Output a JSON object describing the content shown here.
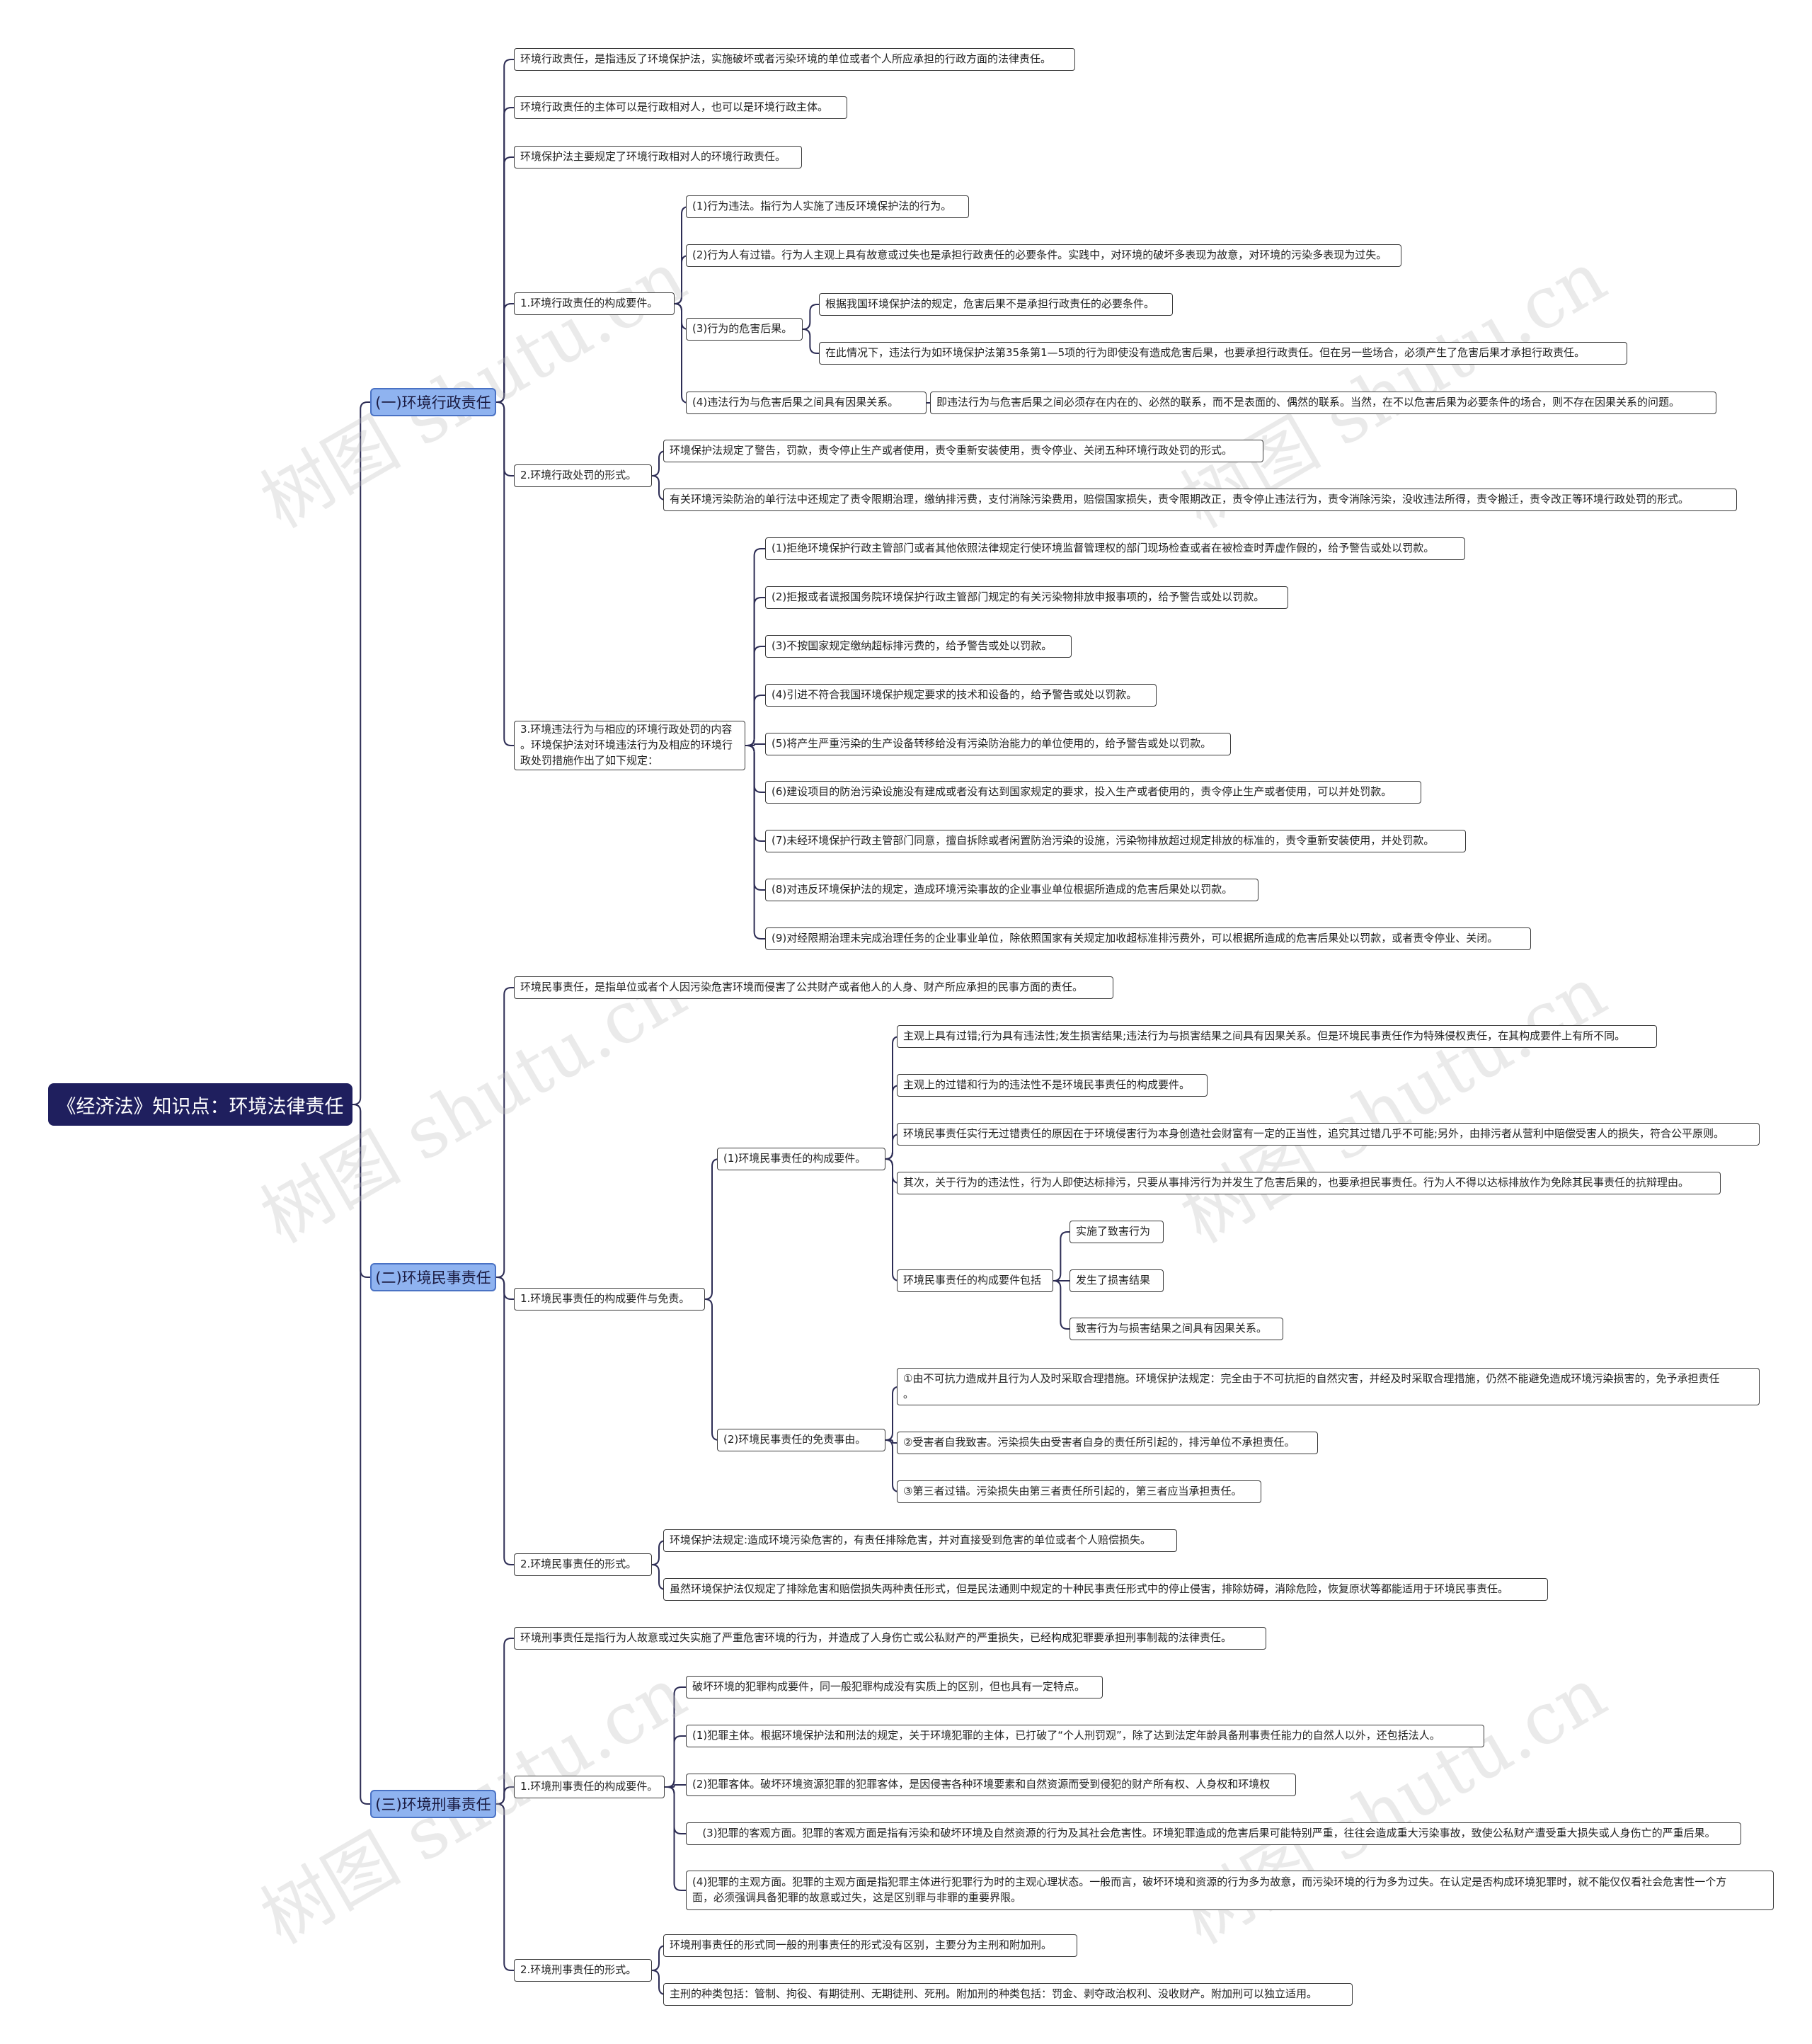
{
  "root": "《经济法》知识点：环境法律责任",
  "nodes": {
    "s1": "(一)环境行政责任",
    "s1_a": "环境行政责任，是指违反了环境保护法，实施破坏或者污染环境的单位或者个人所应承担的行政方面的法律责任。",
    "s1_b": "环境行政责任的主体可以是行政相对人，也可以是环境行政主体。",
    "s1_c": "环境保护法主要规定了环境行政相对人的环境行政责任。",
    "s1_d": "1.环境行政责任的构成要件。",
    "s1_d1": "(1)行为违法。指行为人实施了违反环境保护法的行为。",
    "s1_d2": "(2)行为人有过错。行为人主观上具有故意或过失也是承担行政责任的必要条件。实践中，对环境的破坏多表现为故意，对环境的污染多表现为过失。",
    "s1_d3": "(3)行为的危害后果。",
    "s1_d3a": "根据我国环境保护法的规定，危害后果不是承担行政责任的必要条件。",
    "s1_d3b": "在此情况下，违法行为如环境保护法第35条第1—5项的行为即使没有造成危害后果，也要承担行政责任。但在另一些场合，必须产生了危害后果才承担行政责任。",
    "s1_d4": "(4)违法行为与危害后果之间具有因果关系。",
    "s1_d4a": "即违法行为与危害后果之间必须存在内在的、必然的联系，而不是表面的、偶然的联系。当然，在不以危害后果为必要条件的场合，则不存在因果关系的问题。",
    "s1_e": "2.环境行政处罚的形式。",
    "s1_e1": "环境保护法规定了警告，罚款，责令停止生产或者使用，责令重新安装使用，责令停业、关闭五种环境行政处罚的形式。",
    "s1_e2": "有关环境污染防治的单行法中还规定了责令限期治理，缴纳排污费，支付消除污染费用，赔偿国家损失，责令限期改正，责令停止违法行为，责令消除污染，没收违法所得，责令搬迁，责令改正等环境行政处罚的形式。",
    "s1_f": "3.环境违法行为与相应的环境行政处罚的内容\n。环境保护法对环境违法行为及相应的环境行\n政处罚措施作出了如下规定：",
    "s1_f1": "(1)拒绝环境保护行政主管部门或者其他依照法律规定行使环境监督管理权的部门现场检查或者在被检查时弄虚作假的，给予警告或处以罚款。",
    "s1_f2": "(2)拒报或者谎报国务院环境保护行政主管部门规定的有关污染物排放申报事项的，给予警告或处以罚款。",
    "s1_f3": "(3)不按国家规定缴纳超标排污费的，给予警告或处以罚款。",
    "s1_f4": "(4)引进不符合我国环境保护规定要求的技术和设备的，给予警告或处以罚款。",
    "s1_f5": "(5)将产生严重污染的生产设备转移给没有污染防治能力的单位使用的，给予警告或处以罚款。",
    "s1_f6": "(6)建设项目的防治污染设施没有建成或者没有达到国家规定的要求，投入生产或者使用的，责令停止生产或者使用，可以并处罚款。",
    "s1_f7": "(7)未经环境保护行政主管部门同意，擅自拆除或者闲置防治污染的设施，污染物排放超过规定排放的标准的，责令重新安装使用，并处罚款。",
    "s1_f8": "(8)对违反环境保护法的规定，造成环境污染事故的企业事业单位根据所造成的危害后果处以罚款。",
    "s1_f9": "(9)对经限期治理未完成治理任务的企业事业单位，除依照国家有关规定加收超标准排污费外，可以根据所造成的危害后果处以罚款，或者责令停业、关闭。",
    "s2": "(二)环境民事责任",
    "s2_a": "环境民事责任，是指单位或者个人因污染危害环境而侵害了公共财产或者他人的人身、财产所应承担的民事方面的责任。",
    "s2_b": "1.环境民事责任的构成要件与免责。",
    "s2_b1": "(1)环境民事责任的构成要件。",
    "s2_b1a": "主观上具有过错;行为具有违法性;发生损害结果;违法行为与损害结果之间具有因果关系。但是环境民事责任作为特殊侵权责任，在其构成要件上有所不同。",
    "s2_b1b": "主观上的过错和行为的违法性不是环境民事责任的构成要件。",
    "s2_b1c": "环境民事责任实行无过错责任的原因在于环境侵害行为本身创造社会财富有一定的正当性，追究其过错几乎不可能;另外，由排污者从营利中赔偿受害人的损失，符合公平原则。",
    "s2_b1d": "其次，关于行为的违法性，行为人即使达标排污，只要从事排污行为并发生了危害后果的，也要承担民事责任。行为人不得以达标排放作为免除其民事责任的抗辩理由。",
    "s2_b1e": "环境民事责任的构成要件包括",
    "s2_b1e1": "实施了致害行为",
    "s2_b1e2": "发生了损害结果",
    "s2_b1e3": "致害行为与损害结果之间具有因果关系。",
    "s2_b2": "(2)环境民事责任的免责事由。",
    "s2_b2a": "①由不可抗力造成并且行为人及时采取合理措施。环境保护法规定：完全由于不可抗拒的自然灾害，并经及时采取合理措施，仍然不能避免造成环境污染损害的，免予承担责任\n。",
    "s2_b2b": "②受害者自我致害。污染损失由受害者自身的责任所引起的，排污单位不承担责任。",
    "s2_b2c": "③第三者过错。污染损失由第三者责任所引起的，第三者应当承担责任。",
    "s2_c": "2.环境民事责任的形式。",
    "s2_c1": "环境保护法规定:造成环境污染危害的，有责任排除危害，并对直接受到危害的单位或者个人赔偿损失。",
    "s2_c2": "虽然环境保护法仅规定了排除危害和赔偿损失两种责任形式，但是民法通则中规定的十种民事责任形式中的停止侵害，排除妨碍，消除危险，恢复原状等都能适用于环境民事责任。",
    "s3": "(三)环境刑事责任",
    "s3_a": "环境刑事责任是指行为人故意或过失实施了严重危害环境的行为，并造成了人身伤亡或公私财产的严重损失，已经构成犯罪要承担刑事制裁的法律责任。",
    "s3_b": "1.环境刑事责任的构成要件。",
    "s3_b0": "破坏环境的犯罪构成要件，同一般犯罪构成没有实质上的区别，但也具有一定特点。",
    "s3_b1": "(1)犯罪主体。根据环境保护法和刑法的规定，关于环境犯罪的主体，已打破了“个人刑罚观”，除了达到法定年龄具备刑事责任能力的自然人以外，还包括法人。",
    "s3_b2": "(2)犯罪客体。破坏环境资源犯罪的犯罪客体，是因侵害各种环境要素和自然资源而受到侵犯的财产所有权、人身权和环境权",
    "s3_b3": "   (3)犯罪的客观方面。犯罪的客观方面是指有污染和破坏环境及自然资源的行为及其社会危害性。环境犯罪造成的危害后果可能特别严重，往往会造成重大污染事故，致使公私财产遭受重大损失或人身伤亡的严重后果。",
    "s3_b4": "(4)犯罪的主观方面。犯罪的主观方面是指犯罪主体进行犯罪行为时的主观心理状态。一般而言，破坏环境和资源的行为多为故意，而污染环境的行为多为过失。在认定是否构成环境犯罪时，就不能仅仅看社会危害性一个方\n面，必须强调具备犯罪的故意或过失，这是区别罪与非罪的重要界限。",
    "s3_c": "2.环境刑事责任的形式。",
    "s3_c1": "环境刑事责任的形式同一般的刑事责任的形式没有区别，主要分为主刑和附加刑。",
    "s3_c2": "主刑的种类包括：管制、拘役、有期徒刑、无期徒刑、死刑。附加刑的种类包括：罚金、剥夺政治权利、没收财产。附加刑可以独立适用。"
  },
  "watermark": "树图 shutu.cn",
  "colors": {
    "root_bg": "#1f1f5e",
    "branch_bg": "#8fb3f0",
    "branch_border": "#4a72c4",
    "line": "#2d2d55"
  }
}
